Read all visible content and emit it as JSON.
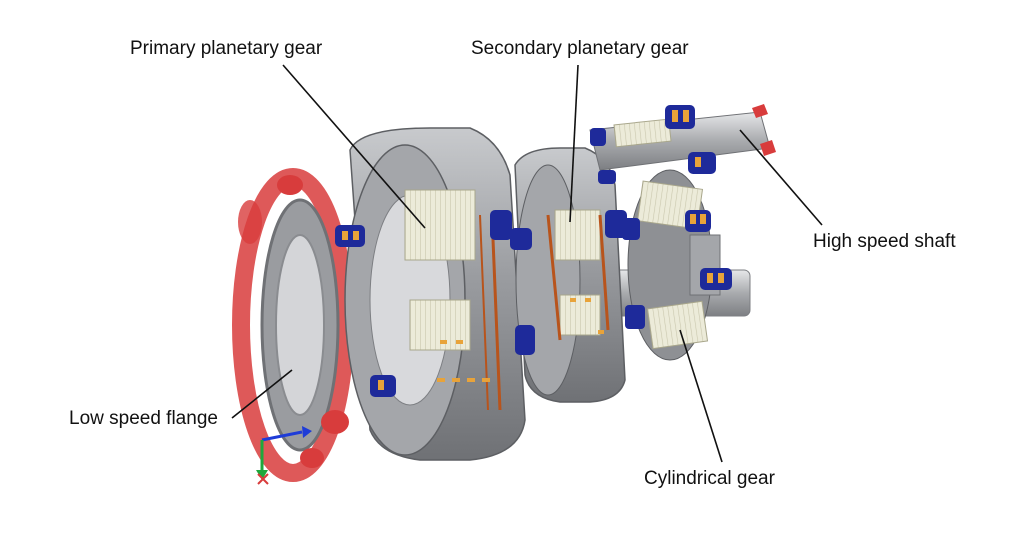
{
  "labels": {
    "primary_planetary_gear": "Primary planetary gear",
    "secondary_planetary_gear": "Secondary planetary gear",
    "high_speed_shaft": "High speed shaft",
    "low_speed_flange": "Low speed flange",
    "cylindrical_gear": "Cylindrical gear"
  },
  "colors": {
    "housing_gray": "#9a9ca0",
    "housing_dark": "#6f7175",
    "housing_light": "#c8cacd",
    "gear_teeth": "#ecebd9",
    "bearing_blue": "#1e2a9a",
    "bearing_orange": "#e8a33a",
    "flange_red": "#d83c3c",
    "carrier_plate": "#b8541c",
    "leader_line": "#111111"
  }
}
